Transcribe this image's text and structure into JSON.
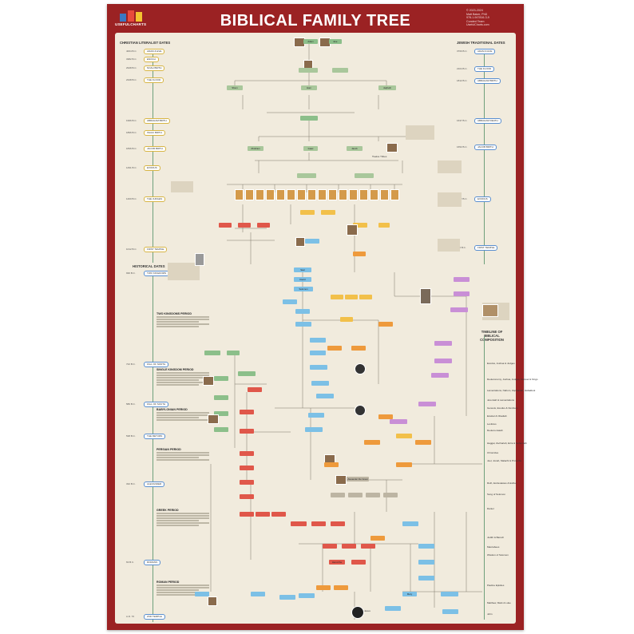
{
  "poster": {
    "title": "BIBLICAL FAMILY TREE",
    "brand": "USEFULCHARTS",
    "credits": [
      "© 2023-2024",
      "Matt Baker, PhD",
      "978-1-947816-3-9",
      "Curated Team",
      "UsefulCharts.com"
    ]
  },
  "columns": {
    "left_heading": "CHRISTIAN LITERALIST DATES",
    "right_heading": "JEWISH TRADITIONAL DATES",
    "historical_heading": "HISTORICAL DATES",
    "timeline_heading": "TIMELINE OF BIBLICAL COMPOSITION"
  },
  "left_timeline": [
    {
      "label": "ADAM & EVE",
      "date": "4004 B.C."
    },
    {
      "label": "ENOCH",
      "date": "3382 B.C."
    },
    {
      "label": "NOAH BIRTH",
      "date": "2948 B.C."
    },
    {
      "label": "THE FLOOD",
      "date": "2348 B.C."
    },
    {
      "label": "ABRAHAM BIRTH",
      "date": "1996 B.C."
    },
    {
      "label": "ISAAC BIRTH",
      "date": "1896 B.C."
    },
    {
      "label": "JACOB BIRTH",
      "date": "1836 B.C."
    },
    {
      "label": "EXODUS",
      "date": "1491 B.C."
    },
    {
      "label": "THE JUDGES",
      "date": "1400 B.C."
    },
    {
      "label": "FIRST TEMPLE",
      "date": "1012 B.C."
    }
  ],
  "historical_timeline": [
    {
      "label": "TWO KINGDOMS",
      "date": "930 B.C."
    },
    {
      "label": "FALL OF NORTH",
      "date": "722 B.C."
    },
    {
      "label": "FALL OF SOUTH",
      "date": "586 B.C."
    },
    {
      "label": "THE RETURN",
      "date": "538 B.C."
    },
    {
      "label": "ALEXANDER",
      "date": "332 B.C."
    },
    {
      "label": "ROMANS",
      "date": "63 B.C."
    },
    {
      "label": "2ND TEMPLE",
      "date": "A.D. 70"
    }
  ],
  "right_timeline": [
    {
      "label": "ADAM & EVE",
      "date": "3760 B.C."
    },
    {
      "label": "THE FLOOD",
      "date": "2104 B.C."
    },
    {
      "label": "ABRAHAM BIRTH",
      "date": "1812 B.C."
    },
    {
      "label": "ABRAHAM DEATH",
      "date": "1637 B.C."
    },
    {
      "label": "JACOB BIRTH",
      "date": "1652 B.C."
    },
    {
      "label": "EXODUS",
      "date": "1312 B.C."
    },
    {
      "label": "FIRST TEMPLE",
      "date": "832 B.C."
    }
  ],
  "periods": [
    {
      "title": "TWO KINGDOMS PERIOD"
    },
    {
      "title": "SINGLE KINGDOM PERIOD"
    },
    {
      "title": "BABYLONIAN PERIOD"
    },
    {
      "title": "PERSIAN PERIOD"
    },
    {
      "title": "GREEK PERIOD"
    },
    {
      "title": "ROMAN PERIOD"
    }
  ],
  "composition": [
    "Exodus, Joshua & Judges",
    "Deuteronomy, Joshua, Judges, Samuel & Kings",
    "Lamentations, Nahum, Zephaniah, Habakkuk",
    "Jeremiah & Lamentations",
    "Genesis, Exodus & Numbers",
    "Ezekiel & Obadiah",
    "Leviticus",
    "Deutero-Isaiah",
    "Haggai, Zechariah, Ezra & Nehemiah",
    "Chronicles",
    "Joel, Jonah, Malachi & Proverbs",
    "Ruth, Ecclesiastes & Esther",
    "Song of Solomon",
    "Daniel",
    "Judith & Baruch",
    "Maccabees",
    "Wisdom of Solomon",
    "Pauline Epistles",
    "Matthew, Mark & Luke",
    "John"
  ],
  "tree": {
    "root_left": "Adam",
    "root_right": "Eve",
    "top_row": [
      "Shem",
      "Ham",
      "Japheth"
    ],
    "patriarchs": [
      "Abraham",
      "Isaac",
      "Jacob"
    ],
    "tribes_label": "Twelve Tribes",
    "kings": [
      "Saul",
      "David",
      "Solomon"
    ],
    "late_figures": [
      "Alexander the Great",
      "Herod the Great",
      "Jesus",
      "Mary"
    ]
  },
  "colors": {
    "frame": "#9b2223",
    "panel": "#f1ebdd",
    "green": "#8cbf8a",
    "yellow": "#f2c04a",
    "orange": "#ee9a3c",
    "red": "#e0574a",
    "blue": "#7cc0e6",
    "purple": "#c98fd6"
  }
}
